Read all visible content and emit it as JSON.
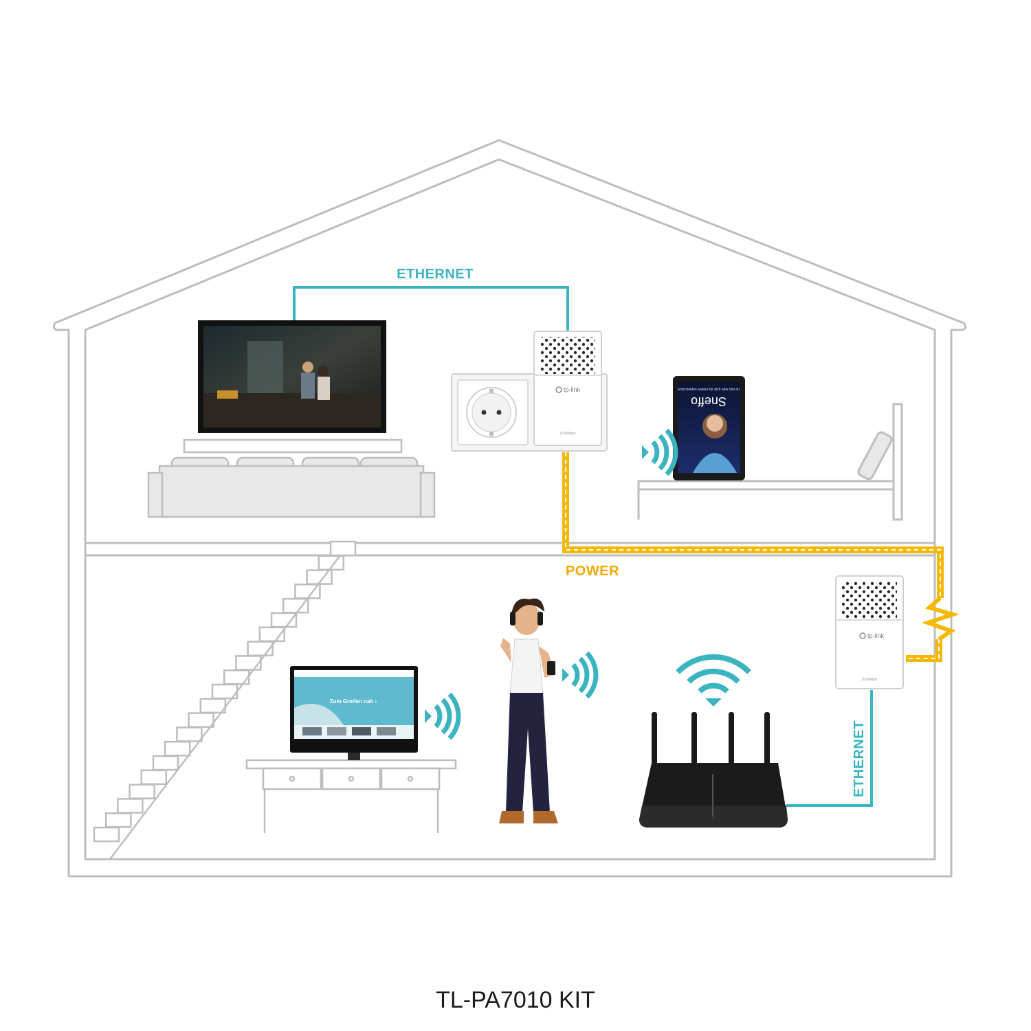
{
  "colors": {
    "ethernet": "#3cb4bf",
    "power": "#f5b800",
    "outline": "#b9b9b9",
    "furniture_fill": "#e8e8e8",
    "wifi": "#3cb4bf",
    "device_dark": "#1a1a1a"
  },
  "labels": {
    "ethernet_top": "ETHERNET",
    "power": "POWER",
    "ethernet_bottom": "ETHERNET"
  },
  "devices": {
    "adapter_brand": "tp-link",
    "adapter_speed": "1000Mbps",
    "tablet_line": "Entscheiden andere für dich oder bist du",
    "tablet_title": "Sneffo",
    "monitor_banner": "Zum Greifen nah ›"
  },
  "icons": [
    "wifi-icon",
    "tv-icon",
    "tablet-icon",
    "router-icon",
    "powerline-adapter-icon",
    "wall-socket-icon",
    "person-icon",
    "monitor-icon"
  ],
  "caption": "TL-PA7010 KIT"
}
